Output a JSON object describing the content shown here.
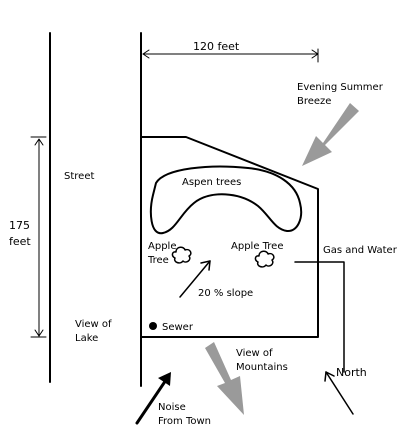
{
  "labels": {
    "width_dim": "120 feet",
    "height_dim_line1": "175",
    "height_dim_line2": "feet",
    "street": "Street",
    "breeze_line1": "Evening Summer",
    "breeze_line2": "Breeze",
    "aspen": "Aspen trees",
    "apple_left_line1": "Apple",
    "apple_left_line2": "Tree",
    "apple_right": "Apple Tree",
    "gas_water": "Gas and Water",
    "slope": "20 % slope",
    "sewer": "Sewer",
    "lake_line1": "View of",
    "lake_line2": "Lake",
    "mountains_line1": "View of",
    "mountains_line2": "Mountains",
    "north": "North",
    "noise_line1": "Noise",
    "noise_line2": "From Town"
  },
  "colors": {
    "ink": "#000000",
    "arrow_gray": "#9a9a9a"
  }
}
